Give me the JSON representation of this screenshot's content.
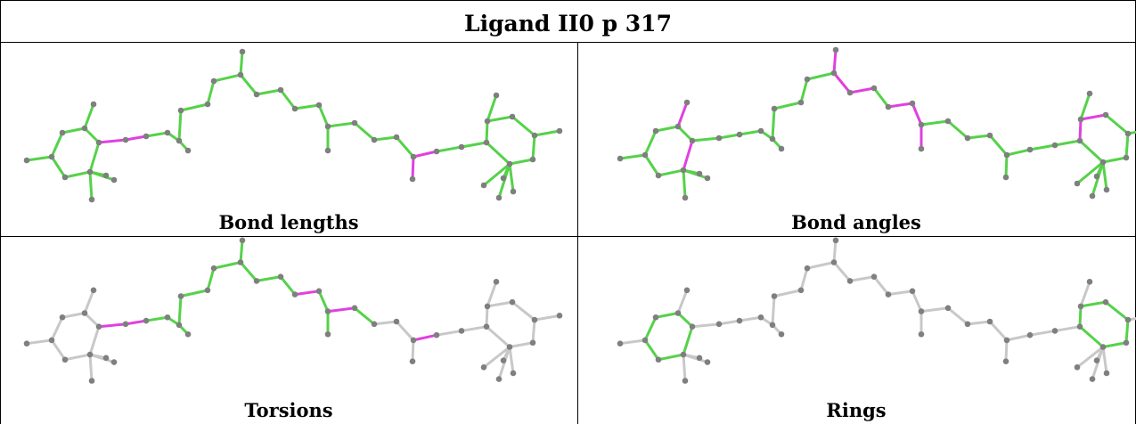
{
  "title": "Ligand II0 p 317",
  "panels": [
    {
      "caption": "Bond lengths",
      "highlight": "bond_lengths"
    },
    {
      "caption": "Bond angles",
      "highlight": "bond_angles"
    },
    {
      "caption": "Torsions",
      "highlight": "torsions"
    },
    {
      "caption": "Rings",
      "highlight": "rings"
    }
  ],
  "colors": {
    "ok_bond": "#55d24a",
    "outlier_bond": "#e040e0",
    "neutral_bond": "#c8c8c8",
    "atom": "#7f7f7f",
    "border": "#000000"
  }
}
